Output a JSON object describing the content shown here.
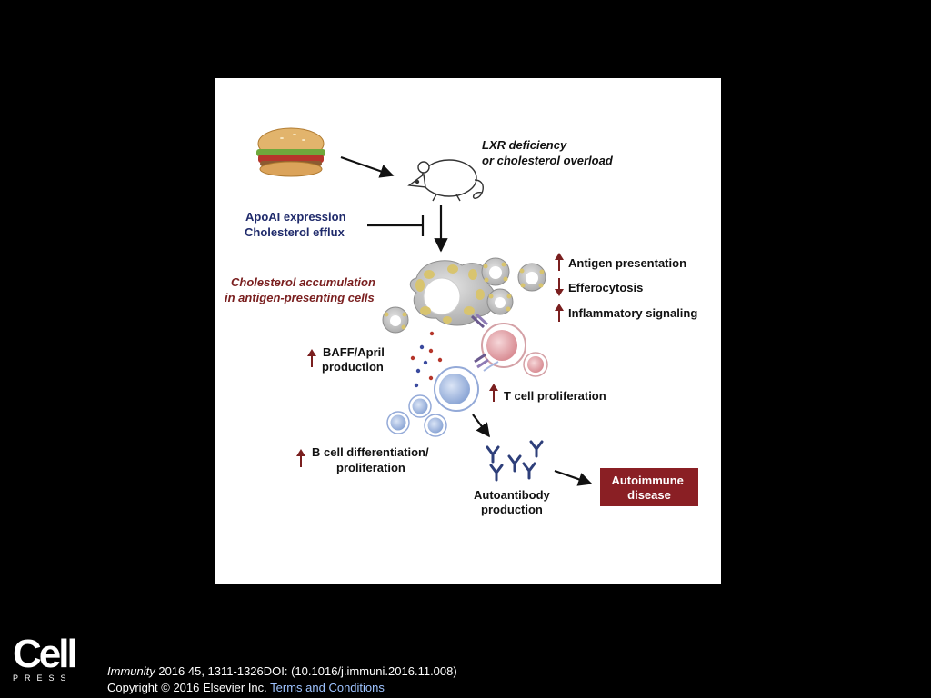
{
  "figure": {
    "mouse_label": [
      "LXR deficiency",
      "or cholesterol overload"
    ],
    "inhibitor_label": [
      "ApoAI expression",
      "Cholesterol efflux"
    ],
    "accumulation_label": [
      "Cholesterol accumulation",
      "in antigen-presenting cells"
    ],
    "effects": [
      {
        "text": "Antigen presentation",
        "direction": "up"
      },
      {
        "text": "Efferocytosis",
        "direction": "down"
      },
      {
        "text": "Inflammatory signaling",
        "direction": "up"
      }
    ],
    "baff_label": [
      "BAFF/April",
      "production"
    ],
    "t_cell_label": "T cell proliferation",
    "b_cell_label": [
      "B cell differentiation/",
      "proliferation"
    ],
    "autoantibody_label": [
      "Autoantibody",
      "production"
    ],
    "disease_label": [
      "Autoimmune",
      "disease"
    ],
    "colors": {
      "arrow_up_down": "#7a1f1f",
      "navy_text": "#1f2a6b",
      "dark_red_text": "#7a1f1f",
      "disease_box": "#8a1f24",
      "t_cell": "#e8b4b8",
      "b_cell": "#b8c8e8"
    },
    "icons": [
      "burger-icon",
      "mouse-icon",
      "antibody-icon"
    ]
  },
  "footer": {
    "logo_word": "Cell",
    "logo_sub": "PRESS",
    "journal": "Immunity",
    "citation_rest": " 2016 45, 1311-1326DOI: (10.1016/j.immuni.2016.11.008)",
    "copyright": "Copyright © 2016 Elsevier Inc.",
    "terms_link": " Terms and Conditions"
  }
}
